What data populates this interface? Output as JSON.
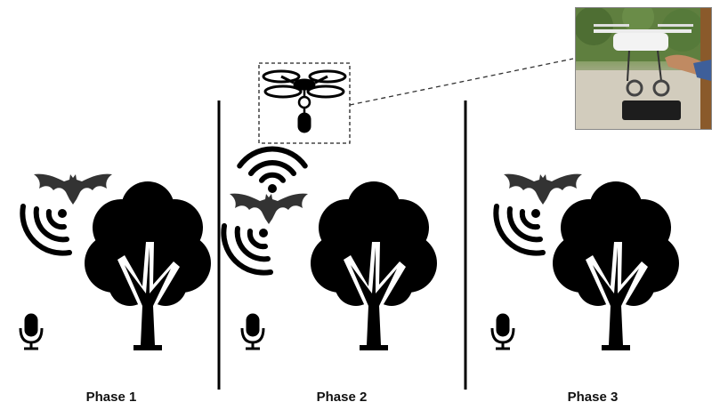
{
  "phases": [
    {
      "id": "phase-1",
      "label": "Phase 1"
    },
    {
      "id": "phase-2",
      "label": "Phase 2"
    },
    {
      "id": "phase-3",
      "label": "Phase 3"
    }
  ],
  "colors": {
    "icon": "#000000",
    "bat": "#333333",
    "background": "#ffffff"
  },
  "icons": [
    "bat-icon",
    "echolocation-waves-icon",
    "tree-icon",
    "microphone-icon",
    "drone-icon",
    "drone-microphone-photo"
  ]
}
